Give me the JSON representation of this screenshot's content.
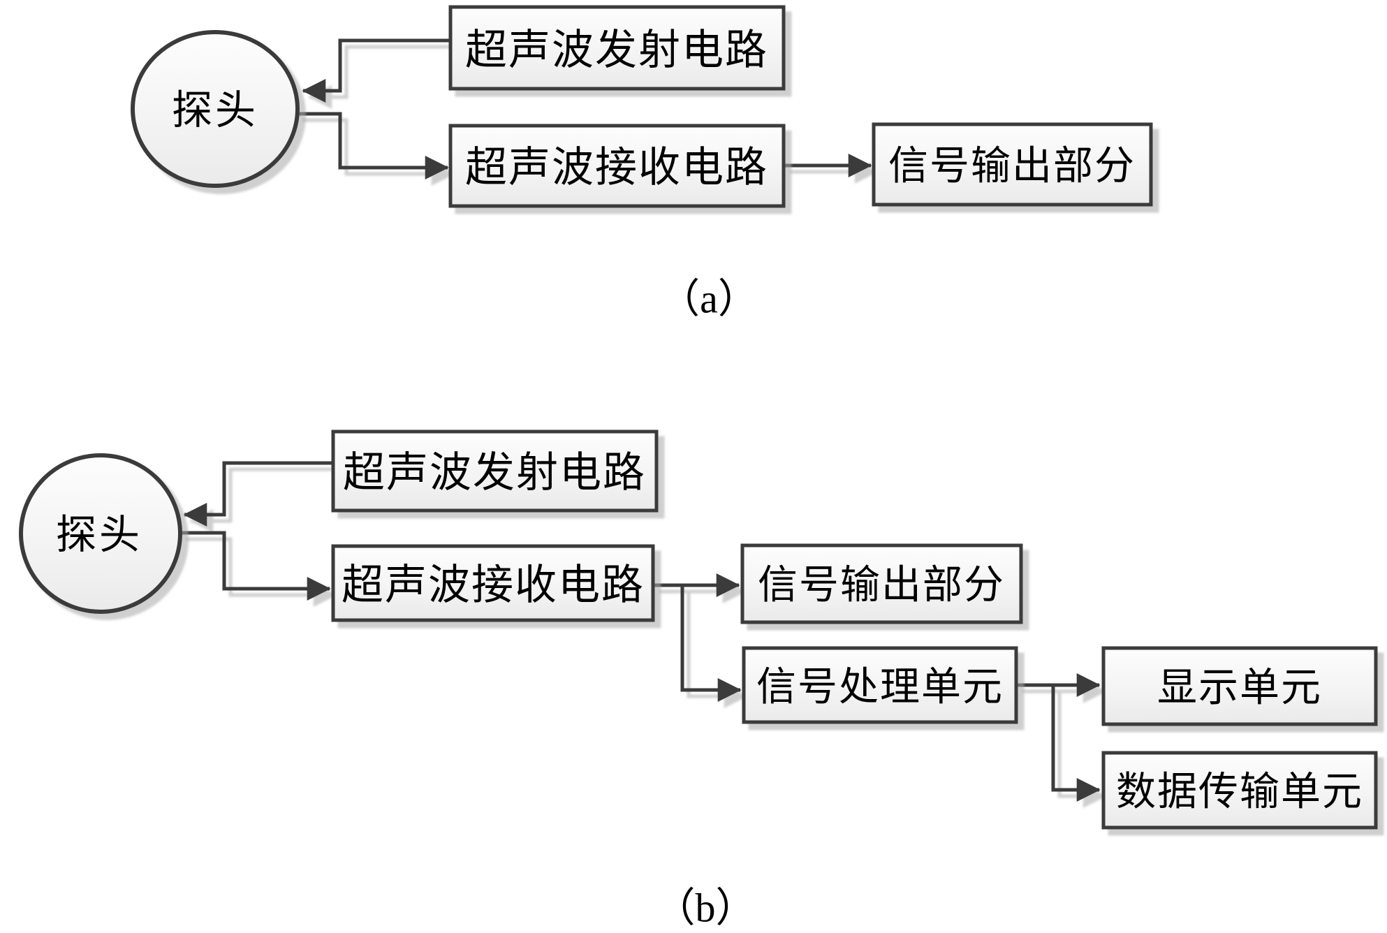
{
  "figure": {
    "background_color": "#ffffff",
    "line_color": "#3a3a3a",
    "box_border_color": "#3a3a3a",
    "box_fill_top": "#fdfdfd",
    "box_fill_bottom": "#eaeaea",
    "shadow_color": "#a8a8a8",
    "text_color": "#000000"
  },
  "diagram_a": {
    "caption": "（a）",
    "probe": "探头",
    "transmit_box": "超声波发射电路",
    "receive_box": "超声波接收电路",
    "signal_output_box": "信号输出部分"
  },
  "diagram_b": {
    "caption": "（b）",
    "probe": "探头",
    "transmit_box": "超声波发射电路",
    "receive_box": "超声波接收电路",
    "signal_output_box": "信号输出部分",
    "signal_processing_box": "信号处理单元",
    "display_box": "显示单元",
    "data_transmission_box": "数据传输单元"
  }
}
